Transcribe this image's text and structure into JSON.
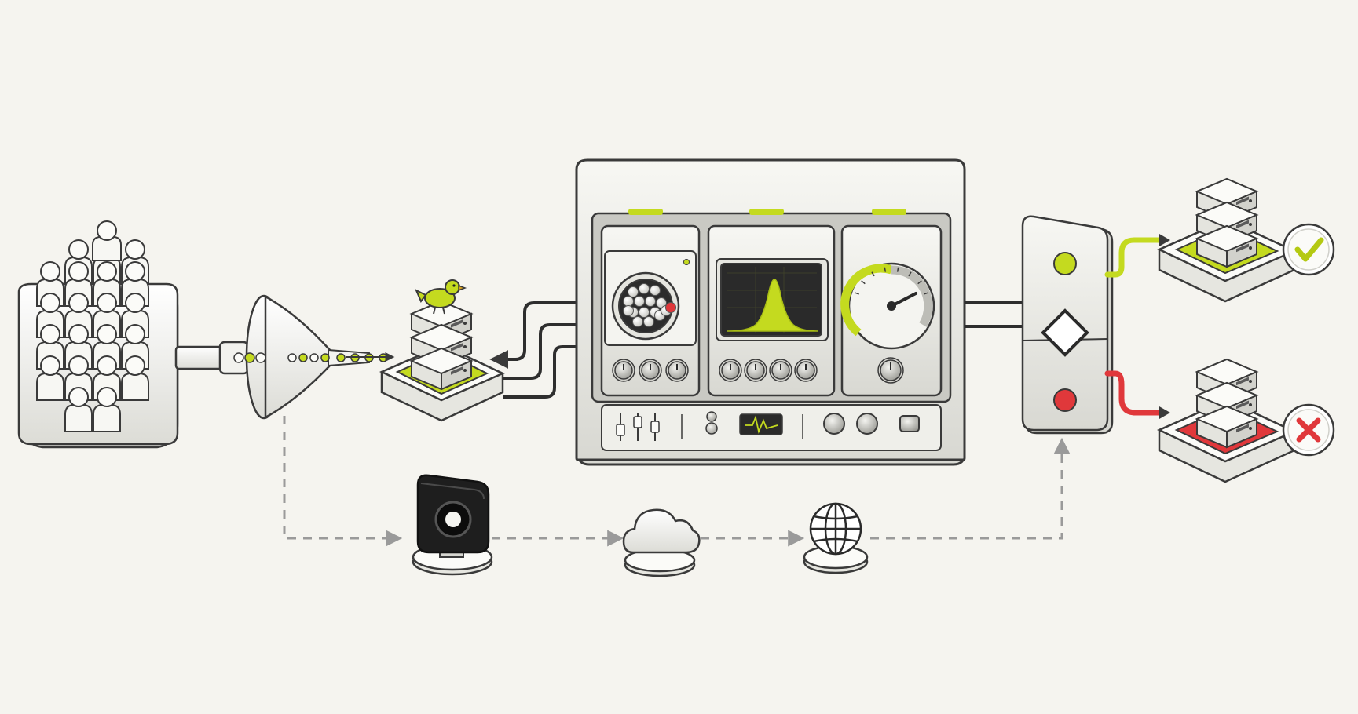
{
  "diagram": {
    "background": "#f5f4ef",
    "colors": {
      "accent_green": "#c4da1f",
      "error_red": "#e0383b",
      "outline": "#3a3a3a",
      "panel_fill": "#ebebe6",
      "screen_fill": "#2a2a2a",
      "dashed_line": "#9a9a9a"
    },
    "nodes": [
      {
        "id": "user-crowd",
        "icon": "people-group-icon"
      },
      {
        "id": "traffic-funnel",
        "icon": "funnel-icon"
      },
      {
        "id": "canary-server",
        "icon": "server-stack-icon",
        "badge": "canary-bird-icon"
      },
      {
        "id": "analysis-console",
        "icon": "control-console-icon",
        "panels": [
          "sample-bin-icon",
          "bell-curve-monitor-icon",
          "speed-gauge-icon"
        ]
      },
      {
        "id": "decision-switch",
        "icon": "decision-diamond-icon",
        "lights": [
          "green",
          "red"
        ]
      },
      {
        "id": "promoted-server",
        "icon": "server-stack-icon",
        "status": "success",
        "badge": "checkmark-icon"
      },
      {
        "id": "rolled-back-server",
        "icon": "server-stack-icon",
        "status": "failure",
        "badge": "cross-icon"
      },
      {
        "id": "camera-monitor",
        "icon": "camera-icon"
      },
      {
        "id": "cloud-service",
        "icon": "cloud-icon"
      },
      {
        "id": "global-network",
        "icon": "globe-icon"
      }
    ],
    "connections": [
      {
        "from": "user-crowd",
        "to": "traffic-funnel",
        "style": "pipe"
      },
      {
        "from": "traffic-funnel",
        "to": "canary-server",
        "style": "dotted-flow"
      },
      {
        "from": "analysis-console",
        "to": "canary-server",
        "style": "triple-cable"
      },
      {
        "from": "analysis-console",
        "to": "decision-switch",
        "style": "double-cable"
      },
      {
        "from": "decision-switch",
        "to": "promoted-server",
        "style": "green-cable"
      },
      {
        "from": "decision-switch",
        "to": "rolled-back-server",
        "style": "red-cable"
      },
      {
        "from": "traffic-funnel",
        "to": "camera-monitor",
        "style": "dashed-arrow"
      },
      {
        "from": "camera-monitor",
        "to": "cloud-service",
        "style": "dashed-arrow"
      },
      {
        "from": "cloud-service",
        "to": "global-network",
        "style": "dashed-arrow"
      },
      {
        "from": "global-network",
        "to": "decision-switch",
        "style": "dashed-arrow"
      }
    ]
  }
}
